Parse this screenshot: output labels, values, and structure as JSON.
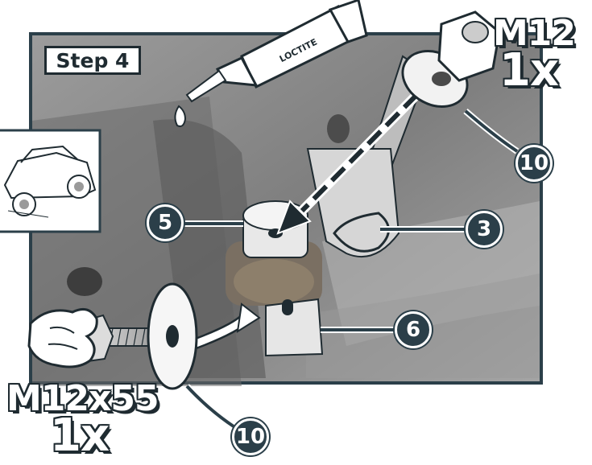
{
  "step": {
    "label": "Step 4"
  },
  "tube": {
    "label": "LOCTITE"
  },
  "nut": {
    "size": "M12",
    "qty": "1x"
  },
  "bolt": {
    "size": "M12x55",
    "qty": "1x"
  },
  "callouts": {
    "washer_top": "10",
    "bracket": "3",
    "bushing": "5",
    "plate": "6",
    "washer_bottom": "10"
  },
  "colors": {
    "frame": "#2b3f49",
    "callout_fill": "#2b3f49",
    "photo_tone": "#8e8e8e",
    "line_art": "#1f2b31"
  }
}
